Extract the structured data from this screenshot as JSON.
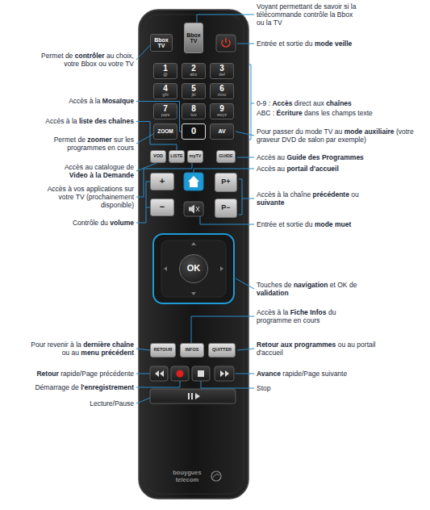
{
  "diagram": {
    "nodes": [
      {
        "text": [
          "Bbox TV"
        ]
      },
      {
        "text": [
          "Bbox TV"
        ]
      },
      {
        "text": [
          "1",
          "@"
        ]
      },
      {
        "text": [
          "2",
          "abc"
        ]
      },
      {
        "text": [
          "3",
          "def"
        ]
      },
      {
        "text": [
          "4",
          "ghi"
        ]
      },
      {
        "text": [
          "5",
          "jkl"
        ]
      },
      {
        "text": [
          "6",
          "mno"
        ]
      },
      {
        "text": [
          "7",
          "pqrs"
        ]
      },
      {
        "text": [
          "8",
          "tuv"
        ]
      },
      {
        "text": [
          "9",
          "wxyz"
        ]
      },
      {
        "text": [
          "ZOOM"
        ]
      },
      {
        "text": [
          "0"
        ]
      },
      {
        "text": [
          "AV"
        ]
      },
      {
        "text": [
          "VOD"
        ]
      },
      {
        "text": [
          "LISTE"
        ]
      },
      {
        "text": [
          "myTV"
        ]
      },
      {
        "text": [
          "GUIDE"
        ]
      },
      {
        "text": [
          "+"
        ]
      },
      {
        "text": [
          "P+"
        ]
      },
      {
        "text": [
          "−"
        ]
      },
      {
        "text": [
          "P−"
        ]
      },
      {
        "text": [
          "OK"
        ]
      },
      {
        "text": [
          "RETOUR"
        ]
      },
      {
        "text": [
          "INFOS"
        ]
      },
      {
        "text": [
          "QUITTER"
        ]
      }
    ],
    "labels": [
      "Permet de contrôler au choix, votre Bbox ou votre TV",
      "Accès à la Mosaïque",
      "Accès à la liste des chaînes",
      "Permet de zoomer sur les programmes en cours",
      "Accès au catalogue de Video à la Demande",
      "Accès à vos applications sur votre TV (prochainement disponible)",
      "Contrôle du volume",
      "Pour revenir à la dernière chaîne ou au menu précédent",
      "Retour rapide/Page précédente",
      "Démarrage de l'enregistrement",
      "Lecture/Pause",
      "Voyant permettant de savoir si la télécommande contrôle la Bbox ou la TV",
      "Entrée et sortie du mode veille",
      "0-9 : Accès direct aux chaînes",
      "ABC : Écriture dans les champs texte",
      "Pour passer du mode TV au mode auxiliaire (votre graveur DVD de salon par exemple)",
      "Accès au Guide des Programmes",
      "Accès au portail d'accueil",
      "Accès à la chaîne précédente ou suivante",
      "Entrée et sortie du mode muet",
      "Touches de navigation et OK de validation",
      "Accès à la Fiche Infos du programme en cours",
      "Retour aux programmes ou au portail d'accueil",
      "Avance rapide/Page suivante",
      "Stop",
      "bouygues telecom"
    ]
  }
}
